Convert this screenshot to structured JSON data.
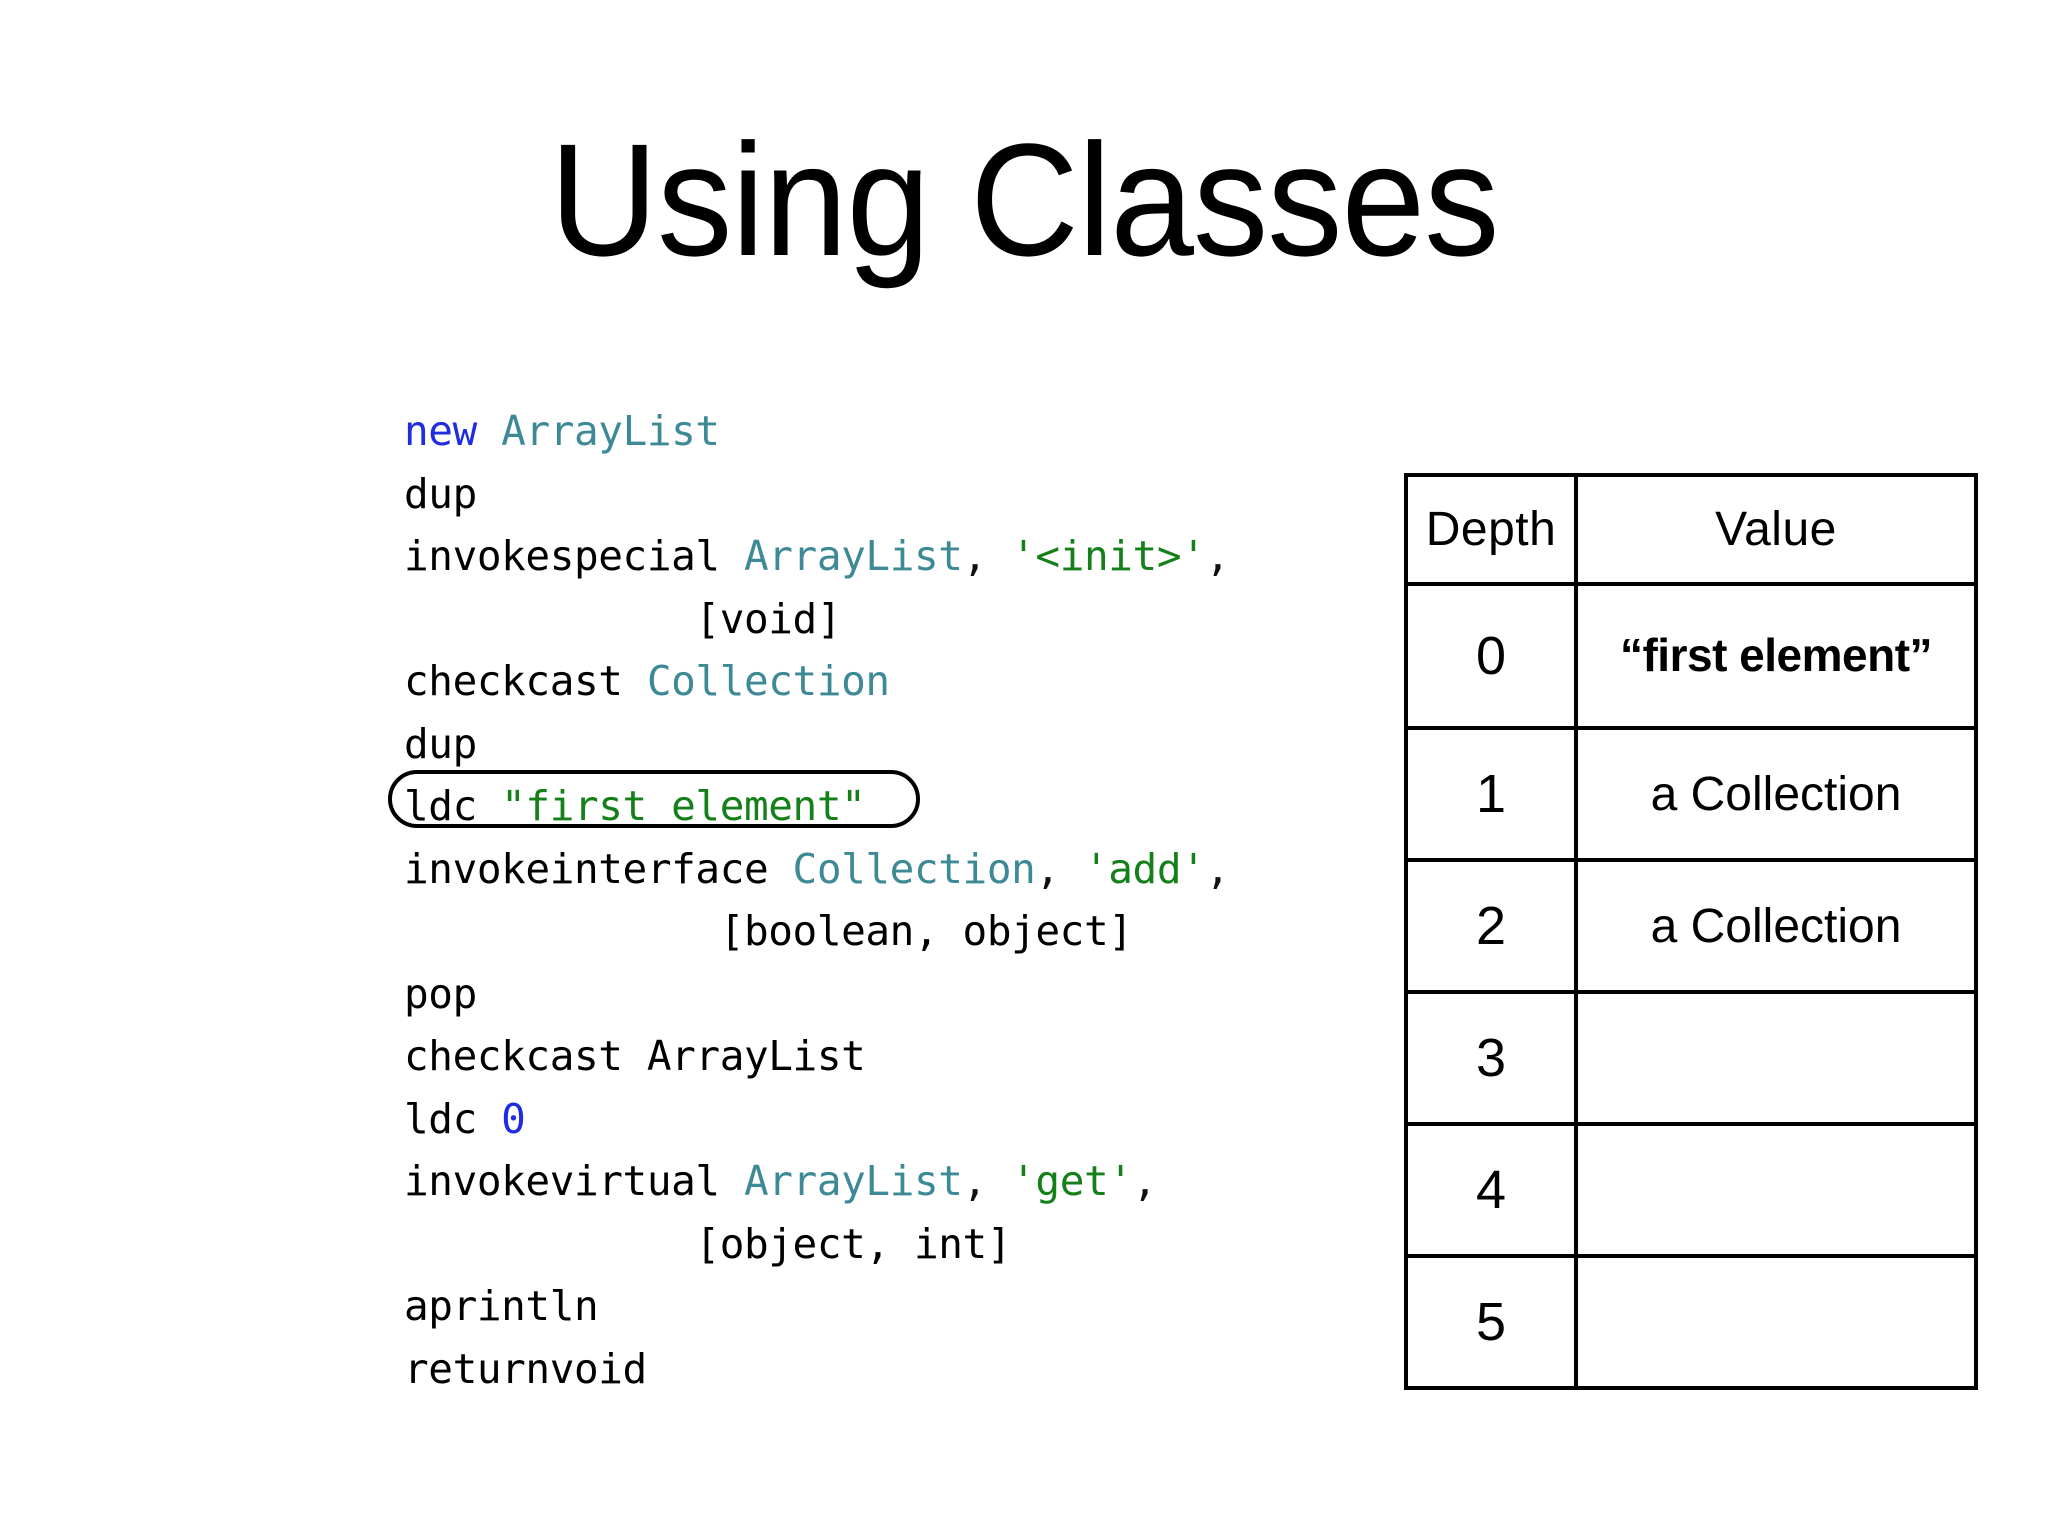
{
  "slide": {
    "title": "Using Classes",
    "background_color": "#ffffff"
  },
  "colors": {
    "keyword_blue": "#1f2ce2",
    "class_teal": "#3d8a96",
    "string_green": "#15801a",
    "text_black": "#000000",
    "border_black": "#000000"
  },
  "code": {
    "lines": [
      {
        "id": "line-new",
        "highlighted": false,
        "tokens": [
          {
            "text": "new",
            "style": "keyword"
          },
          {
            "text": " ",
            "style": "plain"
          },
          {
            "text": "ArrayList",
            "style": "class"
          }
        ]
      },
      {
        "id": "line-dup-1",
        "highlighted": false,
        "tokens": [
          {
            "text": "dup",
            "style": "plain"
          }
        ]
      },
      {
        "id": "line-invokespecial",
        "highlighted": false,
        "tokens": [
          {
            "text": "invokespecial ",
            "style": "plain"
          },
          {
            "text": "ArrayList",
            "style": "class"
          },
          {
            "text": ", ",
            "style": "punct"
          },
          {
            "text": "'<init>'",
            "style": "string"
          },
          {
            "text": ",",
            "style": "punct"
          }
        ]
      },
      {
        "id": "line-invokespecial-cont",
        "highlighted": false,
        "tokens": [
          {
            "text": "            [void]",
            "style": "plain"
          }
        ]
      },
      {
        "id": "line-checkcast-collection",
        "highlighted": false,
        "tokens": [
          {
            "text": "checkcast ",
            "style": "plain"
          },
          {
            "text": "Collection",
            "style": "class"
          }
        ]
      },
      {
        "id": "line-dup-2",
        "highlighted": false,
        "tokens": [
          {
            "text": "dup",
            "style": "plain"
          }
        ]
      },
      {
        "id": "line-ldc-first-element",
        "highlighted": true,
        "tokens": [
          {
            "text": "ldc ",
            "style": "plain"
          },
          {
            "text": "\"first element\"",
            "style": "string"
          }
        ]
      },
      {
        "id": "line-invokeinterface",
        "highlighted": false,
        "tokens": [
          {
            "text": "invokeinterface ",
            "style": "plain"
          },
          {
            "text": "Collection",
            "style": "class"
          },
          {
            "text": ", ",
            "style": "punct"
          },
          {
            "text": "'add'",
            "style": "string"
          },
          {
            "text": ",",
            "style": "punct"
          }
        ]
      },
      {
        "id": "line-invokeinterface-cont",
        "highlighted": false,
        "tokens": [
          {
            "text": "             [boolean, object]",
            "style": "plain"
          }
        ]
      },
      {
        "id": "line-pop",
        "highlighted": false,
        "tokens": [
          {
            "text": "pop",
            "style": "plain"
          }
        ]
      },
      {
        "id": "line-checkcast-arraylist",
        "highlighted": false,
        "tokens": [
          {
            "text": "checkcast ArrayList",
            "style": "plain"
          }
        ]
      },
      {
        "id": "line-ldc-zero",
        "highlighted": false,
        "tokens": [
          {
            "text": "ldc ",
            "style": "plain"
          },
          {
            "text": "0",
            "style": "num"
          }
        ]
      },
      {
        "id": "line-invokevirtual",
        "highlighted": false,
        "tokens": [
          {
            "text": "invokevirtual ",
            "style": "plain"
          },
          {
            "text": "ArrayList",
            "style": "class"
          },
          {
            "text": ", ",
            "style": "punct"
          },
          {
            "text": "'get'",
            "style": "string"
          },
          {
            "text": ",",
            "style": "punct"
          }
        ]
      },
      {
        "id": "line-invokevirtual-cont",
        "highlighted": false,
        "tokens": [
          {
            "text": "            [object, int]",
            "style": "plain"
          }
        ]
      },
      {
        "id": "line-aprintln",
        "highlighted": false,
        "tokens": [
          {
            "text": "aprintln",
            "style": "plain"
          }
        ]
      },
      {
        "id": "line-returnvoid",
        "highlighted": false,
        "tokens": [
          {
            "text": "returnvoid",
            "style": "plain"
          }
        ]
      }
    ]
  },
  "stack_table": {
    "headers": [
      "Depth",
      "Value"
    ],
    "rows": [
      {
        "depth": "0",
        "value": "“first element”",
        "bold": true
      },
      {
        "depth": "1",
        "value": "a Collection",
        "bold": false
      },
      {
        "depth": "2",
        "value": "a Collection",
        "bold": false
      },
      {
        "depth": "3",
        "value": "",
        "bold": false
      },
      {
        "depth": "4",
        "value": "",
        "bold": false
      },
      {
        "depth": "5",
        "value": "",
        "bold": false
      }
    ]
  }
}
